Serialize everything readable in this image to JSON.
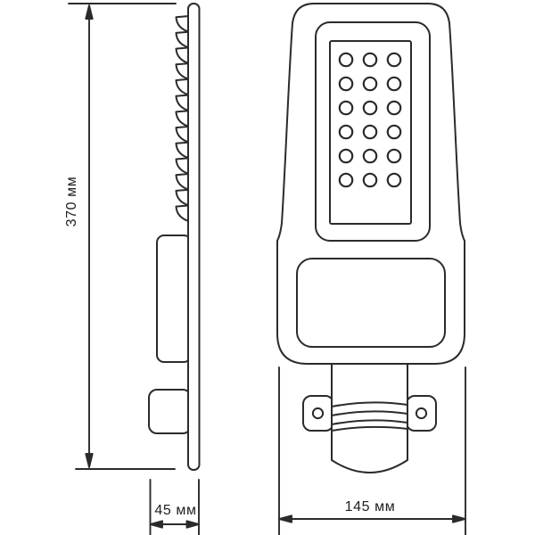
{
  "diagram": {
    "background_color": "#ffffff",
    "line_color": "#2b2b2b",
    "dimensions": {
      "height": {
        "label": "370 мм",
        "value": 370,
        "unit": "мм"
      },
      "depth": {
        "label": "45 мм",
        "value": 45,
        "unit": "мм"
      },
      "width": {
        "label": "145 мм",
        "value": 145,
        "unit": "мм"
      }
    },
    "views": {
      "side": {
        "fin_count": 13
      },
      "front": {
        "led_rows": 6,
        "led_columns": 3,
        "led_count": 18,
        "mount_hole_count": 2
      }
    }
  }
}
